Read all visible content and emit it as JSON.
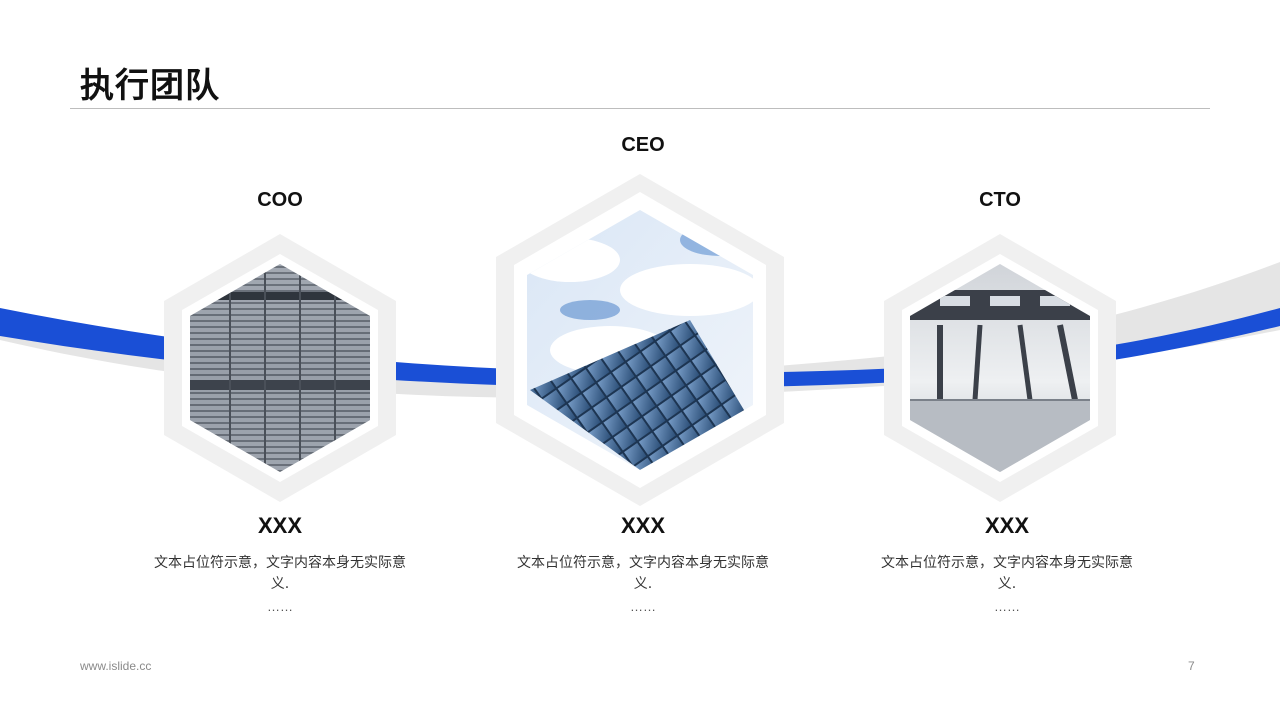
{
  "title": "执行团队",
  "members": [
    {
      "role": "COO",
      "name": "XXX",
      "desc_line1": "文本占位符示意，文字内容本身无实际意",
      "desc_line2": "义.",
      "ellipsis": "……",
      "image": "building-facade-photo"
    },
    {
      "role": "CEO",
      "name": "XXX",
      "desc_line1": "文本占位符示意，文字内容本身无实际意",
      "desc_line2": "义.",
      "ellipsis": "……",
      "image": "glass-skyscraper-sky-photo"
    },
    {
      "role": "CTO",
      "name": "XXX",
      "desc_line1": "文本占位符示意，文字内容本身无实际意",
      "desc_line2": "义.",
      "ellipsis": "……",
      "image": "modern-interior-photo"
    }
  ],
  "footer": {
    "url": "www.islide.cc",
    "page": "7"
  },
  "colors": {
    "accent": "#1a4fd6",
    "ribbon_gray": "#e3e3e3",
    "hex_frame": "#efefef"
  }
}
